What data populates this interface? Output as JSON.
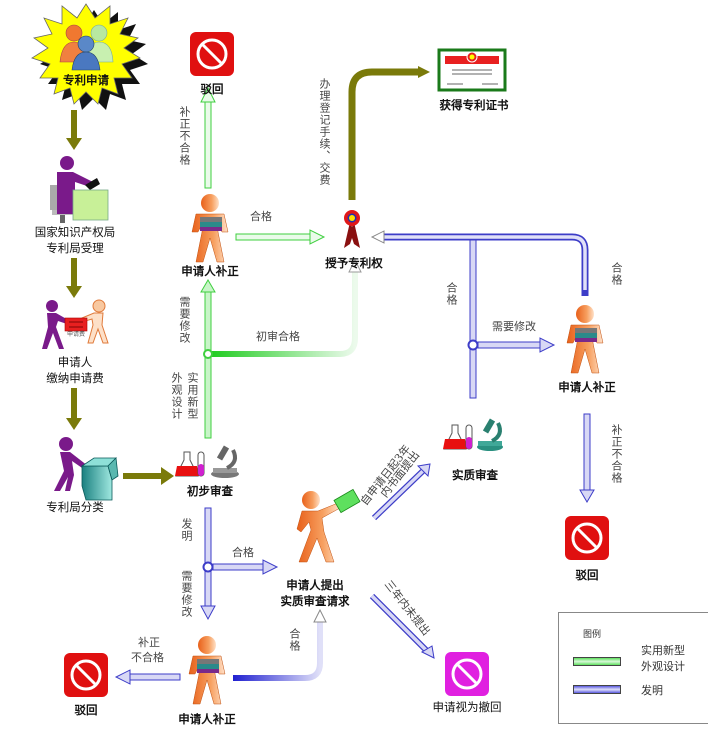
{
  "diagram": {
    "nodes": {
      "apply": "专利申请",
      "accept_line1": "国家知识产权局",
      "accept_line2": "专利局受理",
      "fee_line1": "申请人",
      "fee_line2": "缴纳申请费",
      "fee_paper": "申请费",
      "classify": "专利局分类",
      "prelim_exam": "初步审查",
      "reject_top": "驳回",
      "correct_top": "申请人补正",
      "grant": "授予专利权",
      "certificate": "获得专利证书",
      "correct_right": "申请人补正",
      "substantive_exam": "实质审查",
      "reject_right": "驳回",
      "request_line1": "申请人提出",
      "request_line2": "实质审查请求",
      "correct_bottom": "申请人补正",
      "reject_bottom": "驳回",
      "withdrawn": "申请视为撤回"
    },
    "edge_labels": {
      "correct_fail_top": "补正不合格",
      "pass_top": "合格",
      "register": "办理登记手续、交费",
      "need_modify_green": "需要修改",
      "utility_design_col1": "实用新型",
      "utility_design_col2": "外观设计",
      "prelim_pass": "初审合格",
      "pass_right_vertical": "合格",
      "pass_right_corner": "合格",
      "need_modify_blue_right": "需要修改",
      "correct_fail_right": "补正不合格",
      "invention": "发明",
      "pass_invention": "合格",
      "need_modify_blue": "需要修改",
      "within_3y_line1": "自申请日起3年",
      "within_3y_line2": "内书面提出",
      "not_within_3y": "三年内未提出",
      "correct_fail_bottom_line1": "补正",
      "correct_fail_bottom_line2": "不合格",
      "pass_bottom": "合格"
    },
    "legend": {
      "title": "图例",
      "items": [
        {
          "label_line1": "实用新型",
          "label_line2": "外观设计",
          "color": "#5ee05e"
        },
        {
          "label_line1": "发明",
          "label_line2": "",
          "color": "#5a5ae0"
        }
      ]
    },
    "colors": {
      "olive": "#7a7a0a",
      "green": "#3fcf3f",
      "green_light": "#c8f5c8",
      "blue": "#3d3dc8",
      "blue_light": "#d8d8f5",
      "reject_red": "#e01010",
      "withdraw_magenta": "#e020e0",
      "star_yellow": "#ffff00",
      "person_orange": "#f07820",
      "person_purple": "#7a1a8a"
    }
  }
}
